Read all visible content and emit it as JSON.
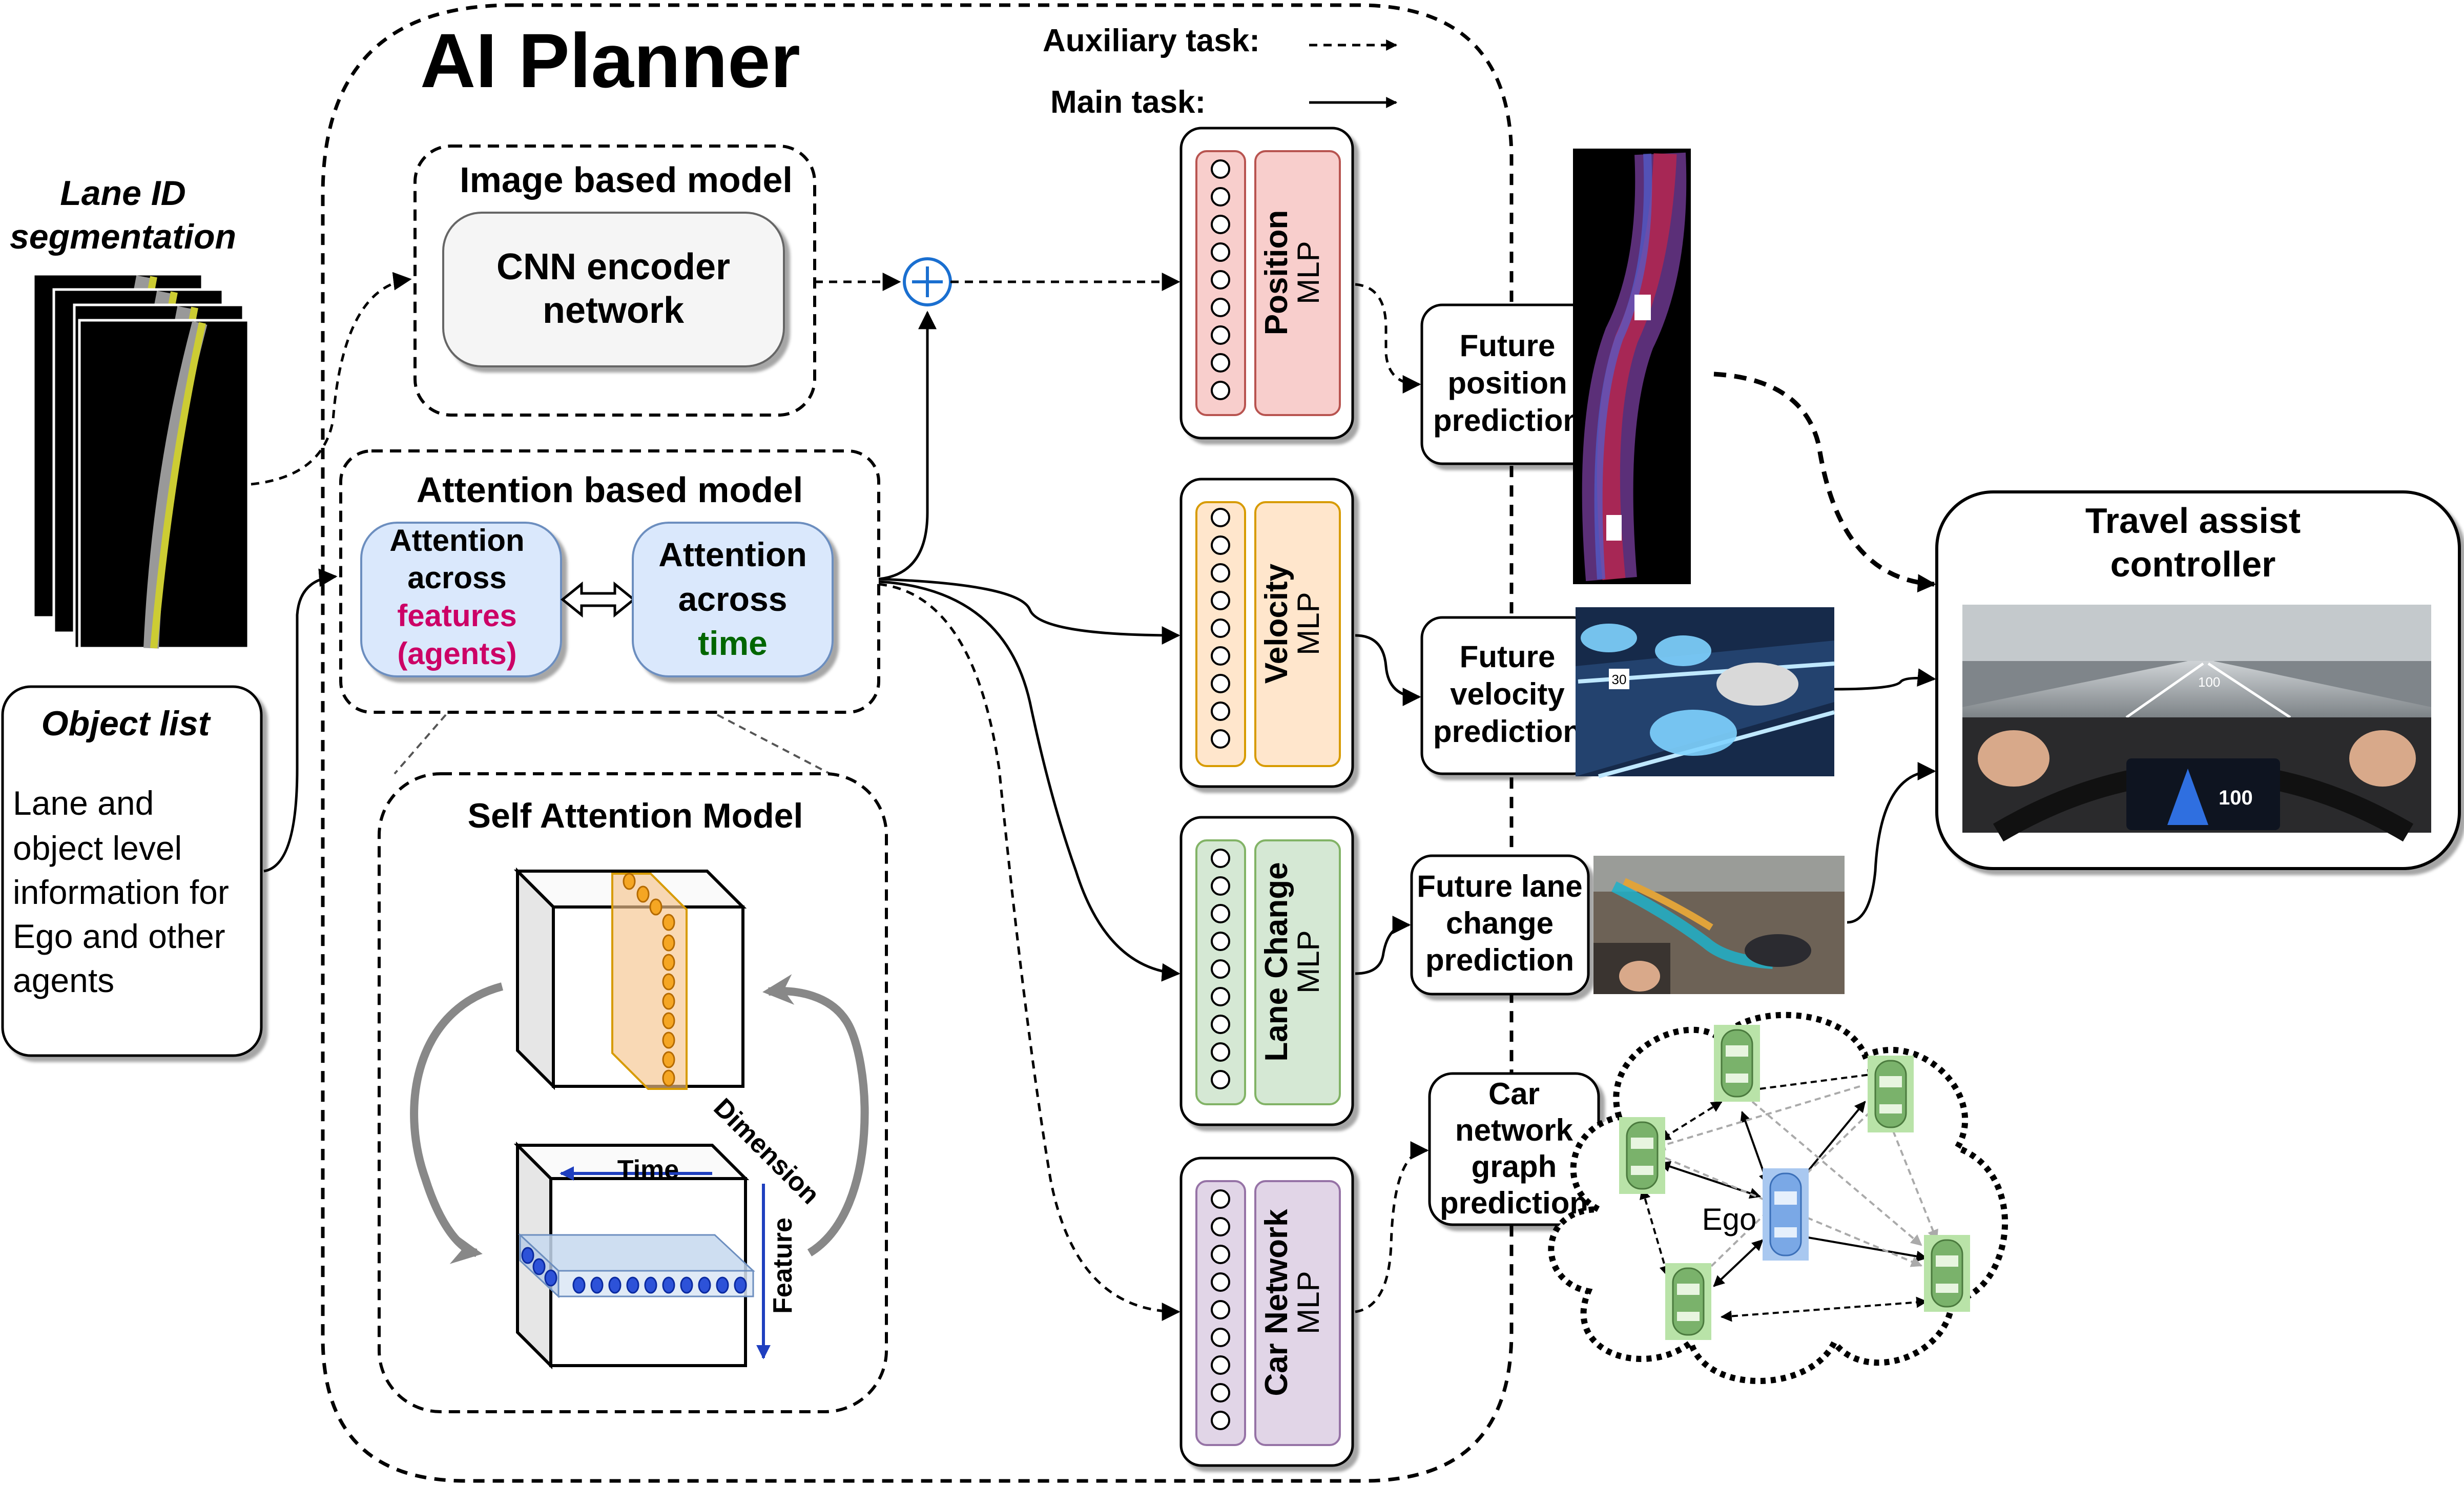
{
  "title": "AI Planner",
  "legend": {
    "auxiliary": "Auxiliary task:",
    "main": "Main task:"
  },
  "inputs": {
    "lane_title_1": "Lane ID",
    "lane_title_2": "segmentation",
    "object_title": "Object list",
    "object_desc": [
      "Lane and",
      "object level",
      "information for",
      "Ego and other",
      "agents"
    ]
  },
  "image_model": {
    "title": "Image based model",
    "encoder_1": "CNN encoder",
    "encoder_2": "network"
  },
  "attention_model": {
    "title": "Attention based model",
    "features": [
      "Attention",
      "across",
      "features",
      "(agents)"
    ],
    "time": [
      "Attention",
      "across",
      "time"
    ]
  },
  "self_attention": {
    "title": "Self Attention Model",
    "time": "Time",
    "dimension": "Dimension",
    "feature": "Feature"
  },
  "heads": [
    {
      "name": "Position",
      "mlp": "MLP"
    },
    {
      "name": "Velocity",
      "mlp": "MLP"
    },
    {
      "name": "Lane Change",
      "mlp": "MLP"
    },
    {
      "name": "Car Network",
      "mlp": "MLP"
    }
  ],
  "outputs": {
    "position": [
      "Future",
      "position",
      "prediction"
    ],
    "velocity": [
      "Future",
      "velocity",
      "prediction"
    ],
    "lane": [
      "Future lane",
      "change",
      "prediction"
    ],
    "network": [
      "Car",
      "network",
      "graph",
      "prediction"
    ]
  },
  "ego": "Ego",
  "controller": {
    "line1": "Travel assist",
    "line2": "controller"
  },
  "hud": {
    "speed1": "100",
    "speed2": "100",
    "sign": "30"
  },
  "colors": {
    "position_fill": "#f8cecc",
    "position_stroke": "#b85450",
    "velocity_fill": "#ffe6cc",
    "velocity_stroke": "#d79b00",
    "lane_fill": "#d5e8d4",
    "lane_stroke": "#82b366",
    "network_fill": "#e1d5e7",
    "network_stroke": "#9673a6",
    "attention_fill": "#dae8fc",
    "features_text": "#cc0066",
    "time_text": "#006600"
  }
}
